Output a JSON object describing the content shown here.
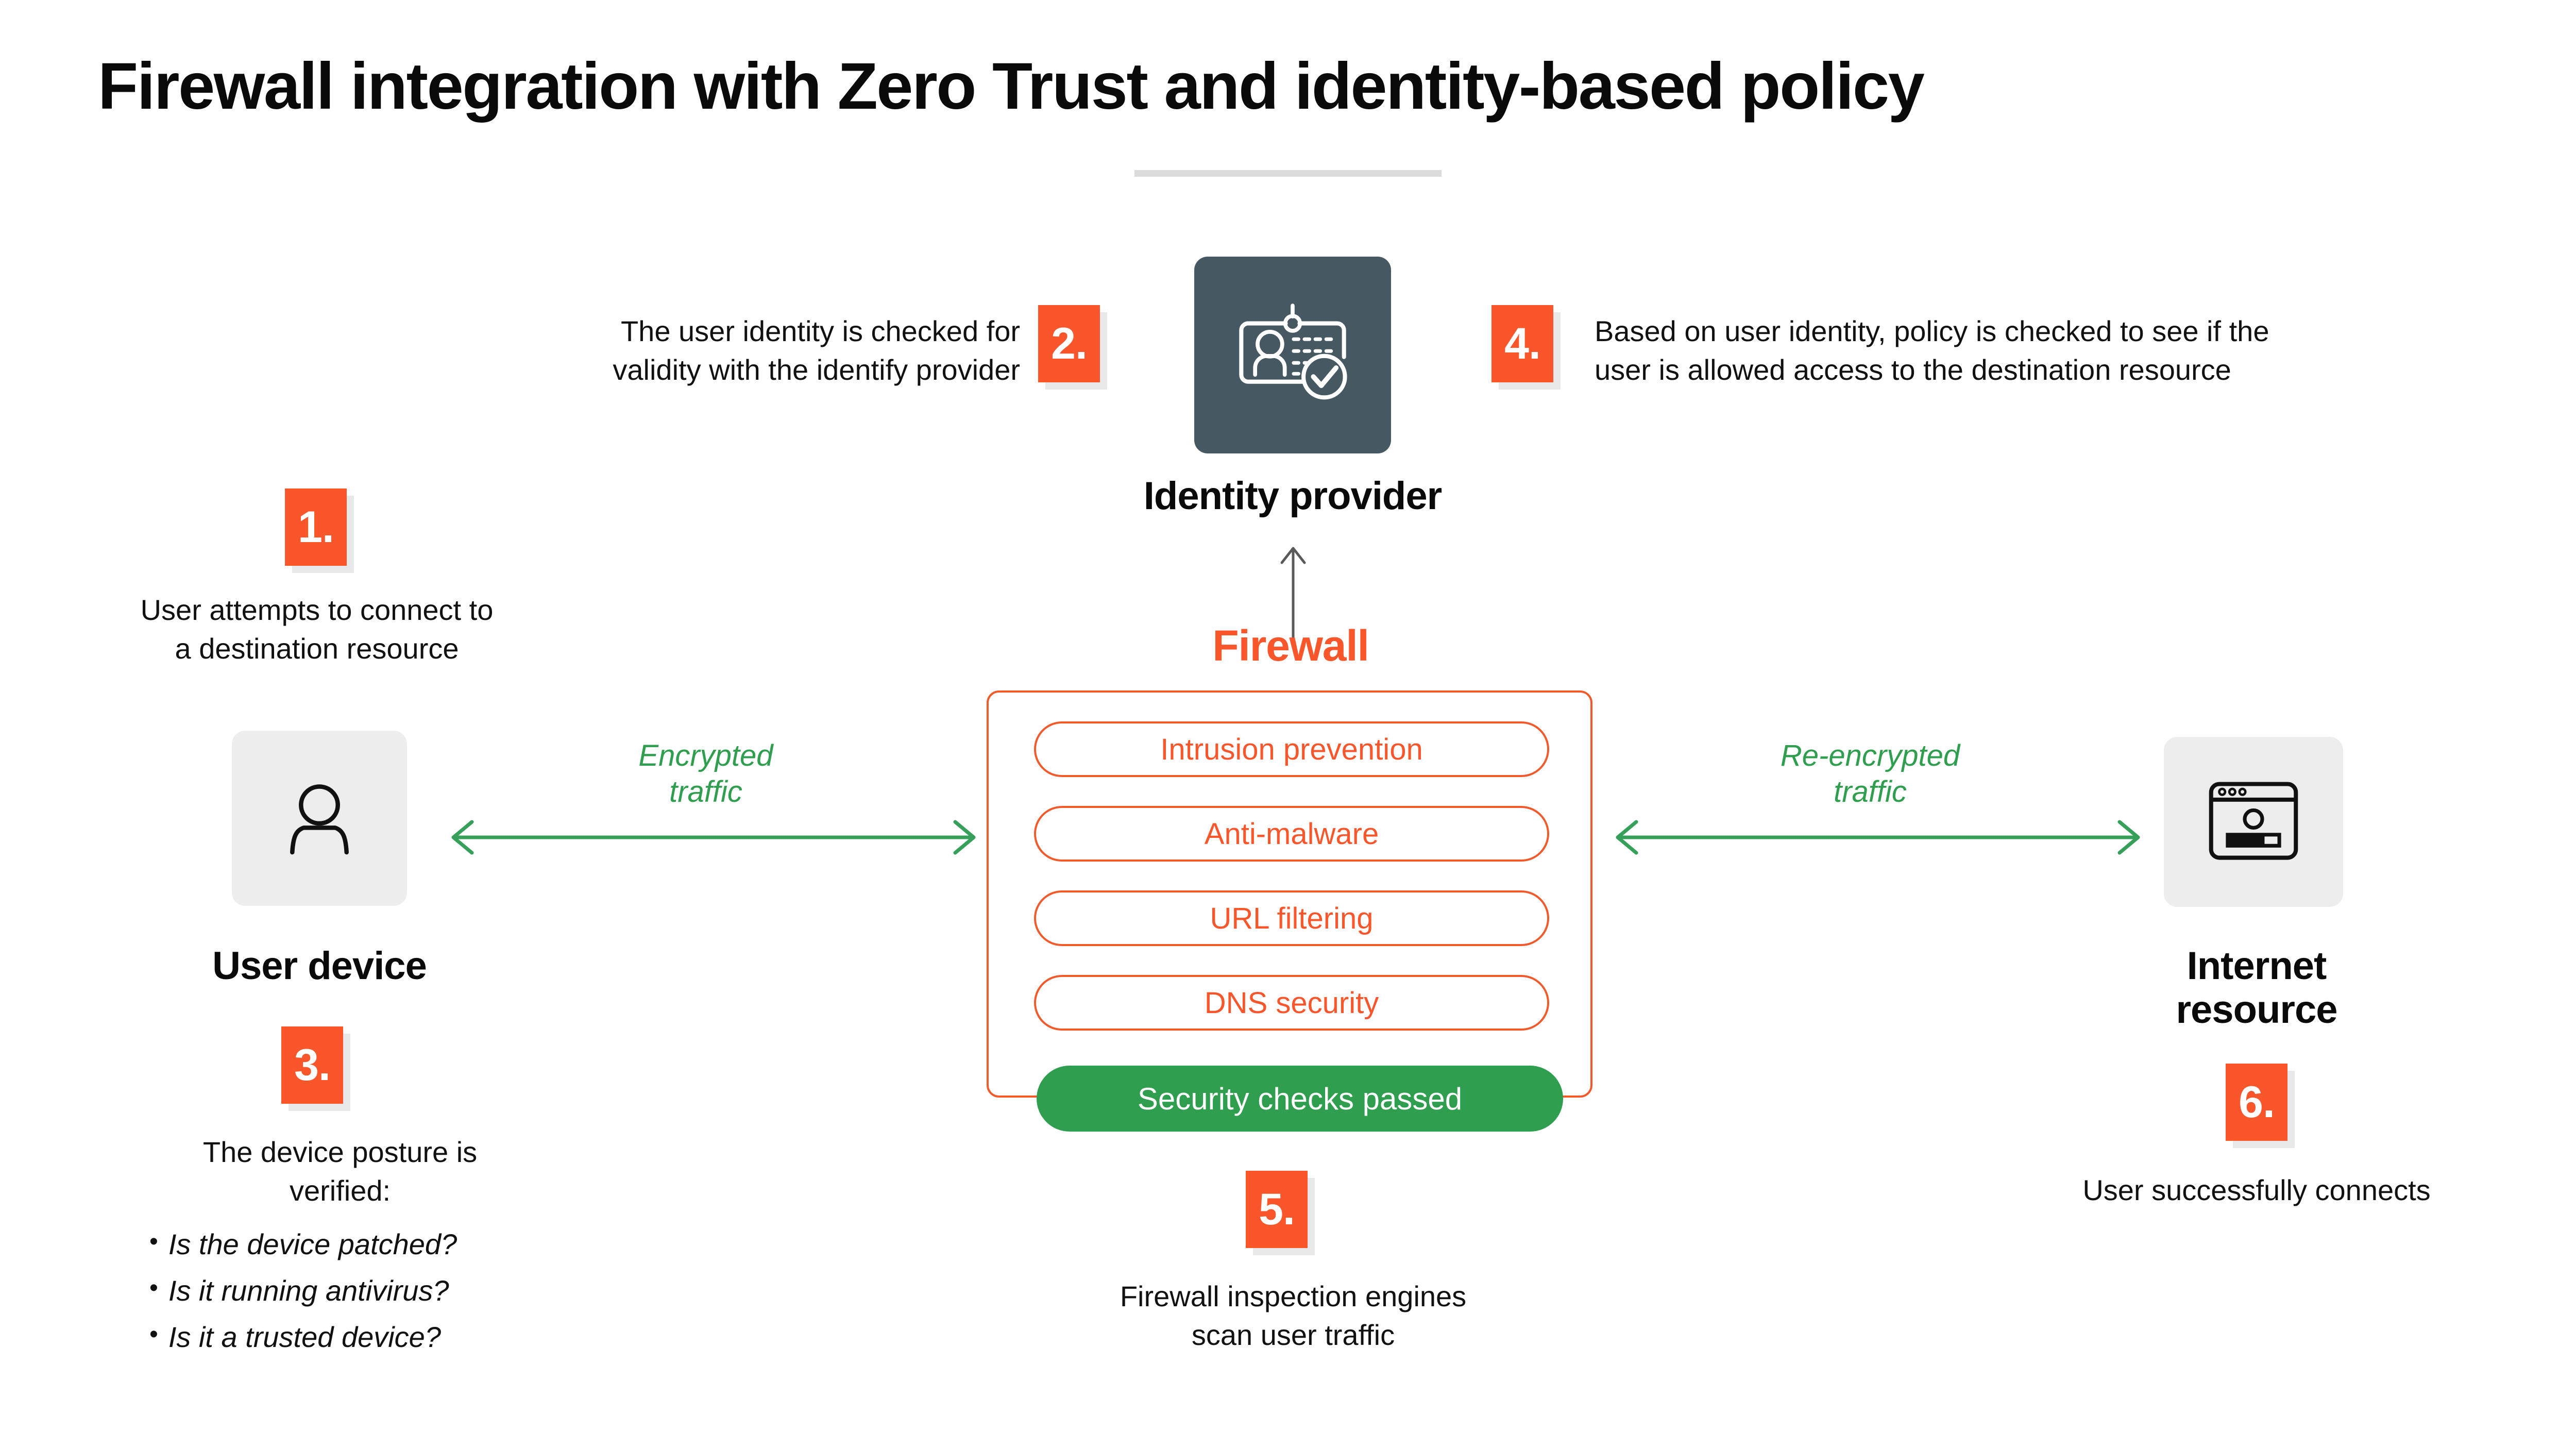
{
  "title": "Firewall integration with Zero Trust and identity-based policy",
  "colors": {
    "accent_orange": "#f9562b",
    "firewall_border": "#f15a2b",
    "success_green": "#2f9e4f",
    "arrow_green": "#36a05a",
    "identity_tile": "#465862",
    "icon_tile_gray": "#ededed",
    "divider_gray": "#dcdcdc",
    "text_black": "#111111"
  },
  "nodes": {
    "user_device": {
      "label": "User device",
      "icon": "person-icon"
    },
    "identity_provider": {
      "label": "Identity provider",
      "icon": "id-badge-check-icon"
    },
    "firewall": {
      "label": "Firewall"
    },
    "internet_resource": {
      "label": "Internet\nresource",
      "label_line1": "Internet",
      "label_line2": "resource",
      "icon": "browser-window-icon"
    }
  },
  "firewall": {
    "title": "Firewall",
    "engines": [
      "Intrusion prevention",
      "Anti-malware",
      "URL filtering",
      "DNS security"
    ],
    "status_pill": "Security checks passed"
  },
  "connections": {
    "left_traffic_line1": "Encrypted",
    "left_traffic_line2": "traffic",
    "right_traffic_line1": "Re-encrypted",
    "right_traffic_line2": "traffic"
  },
  "steps": {
    "s1": {
      "number": "1.",
      "line1": "User attempts to connect to",
      "line2": "a destination resource"
    },
    "s2": {
      "number": "2.",
      "line1": "The user identity is checked for",
      "line2": "validity with the identify provider"
    },
    "s3": {
      "number": "3.",
      "line1": "The device posture is",
      "line2": "verified:",
      "bullets": [
        "Is the device patched?",
        "Is it running antivirus?",
        "Is it a trusted device?"
      ]
    },
    "s4": {
      "number": "4.",
      "line1": "Based on user identity, policy is checked to see if the",
      "line2": "user is allowed access to the destination resource"
    },
    "s5": {
      "number": "5.",
      "line1": "Firewall inspection engines",
      "line2": "scan user traffic"
    },
    "s6": {
      "number": "6.",
      "line1": "User successfully connects"
    }
  }
}
